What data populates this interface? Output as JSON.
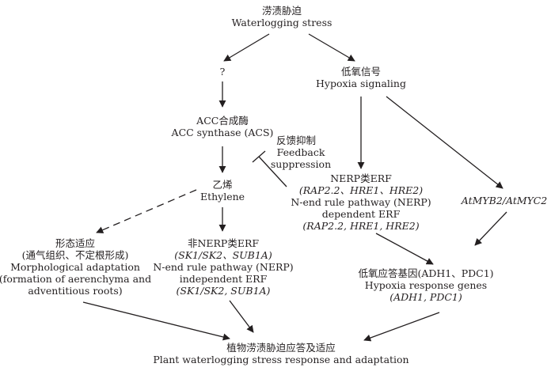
{
  "nodes": {
    "stress": {
      "zh": "涝渍胁迫",
      "en": "Waterlogging stress"
    },
    "unknown": {
      "text": "?"
    },
    "hypoxia": {
      "zh": "低氧信号",
      "en": "Hypoxia signaling"
    },
    "acs": {
      "zh": "ACC合成酶",
      "en": "ACC synthase (ACS)"
    },
    "feedback": {
      "zh": "反馈抑制",
      "en1": "Feedback",
      "en2": "suppression"
    },
    "ethylene": {
      "zh": "乙烯",
      "en": "Ethylene"
    },
    "nerp_erf": {
      "zh": "NERP类ERF",
      "genes_zh": "(RAP2.2、HRE1、HRE2)",
      "en1": "N-end rule pathway (NERP)",
      "en2": "dependent ERF",
      "genes_en": "(RAP2.2, HRE1, HRE2)"
    },
    "myb_myc": {
      "text": "AtMYB2/AtMYC2"
    },
    "morph": {
      "zh": "形态适应",
      "zh_detail": "(通气组织、不定根形成)",
      "en1": "Morphological adaptation",
      "en2": "(formation of aerenchyma and",
      "en3": "adventitious roots)"
    },
    "non_nerp": {
      "zh": "非NERP类ERF",
      "genes_zh": "(SK1/SK2、SUB1A)",
      "en1": "N-end rule pathway (NERP)",
      "en2": "independent ERF",
      "genes_en": "(SK1/SK2, SUB1A)"
    },
    "hypoxia_genes": {
      "zh": "低氧应答基因(ADH1、PDC1)",
      "en1": "Hypoxia response genes",
      "genes_en": "(ADH1, PDC1)"
    },
    "final": {
      "zh": "植物涝渍胁迫应答及适应",
      "en": "Plant waterlogging stress response and adaptation"
    }
  }
}
